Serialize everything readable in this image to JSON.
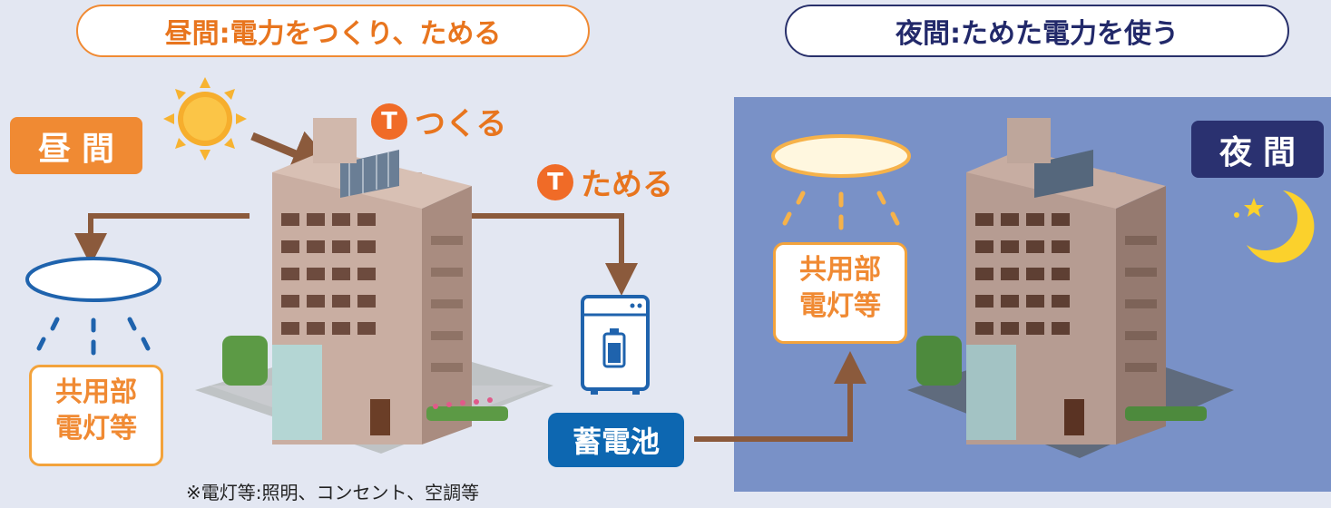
{
  "headers": {
    "day": "昼間:電力をつくり、ためる",
    "night": "夜間:ためた電力を使う"
  },
  "tags": {
    "day": "昼間",
    "night": "夜間"
  },
  "steps": {
    "make": {
      "badge": "T",
      "label": "つくる"
    },
    "store": {
      "badge": "T",
      "label": "ためる"
    }
  },
  "lights": {
    "left_line1": "共用部",
    "left_line2": "電灯等",
    "right_line1": "共用部",
    "right_line2": "電灯等"
  },
  "battery": {
    "label": "蓄電池"
  },
  "note": "※電灯等:照明、コンセント、空調等",
  "colors": {
    "orange": "#f08a33",
    "navy": "#2a3170",
    "blue": "#0d67b1",
    "arrow": "#8b5a3c",
    "night_bg": "#7991c7"
  }
}
